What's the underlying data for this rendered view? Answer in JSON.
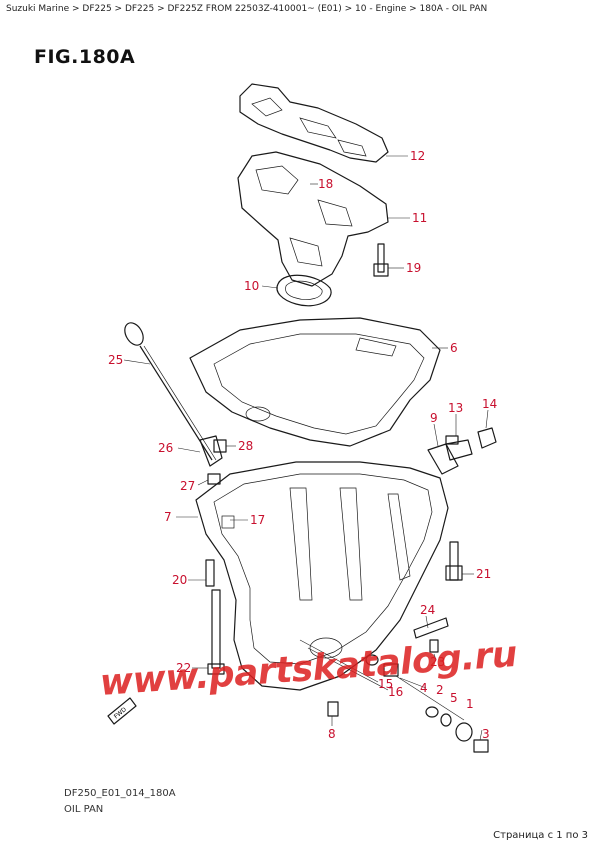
{
  "breadcrumb": "Suzuki Marine > DF225 > DF225 > DF225Z FROM 22503Z-410001~ (E01) > 10 - Engine > 180A - OIL PAN",
  "figure": {
    "title": "FIG.180A"
  },
  "callouts": [
    "12",
    "18",
    "11",
    "19",
    "10",
    "6",
    "25",
    "9",
    "13",
    "14",
    "26",
    "28",
    "27",
    "7",
    "17",
    "20",
    "21",
    "24",
    "22",
    "23",
    "15",
    "16",
    "4",
    "2",
    "5",
    "1",
    "8",
    "3"
  ],
  "fwd_label": "FWD",
  "watermark": "www.partskatalog.ru",
  "footer": {
    "code": "DF250_E01_014_180A",
    "name": "OIL PAN"
  },
  "pager": "Страница с 1 по 3",
  "colors": {
    "callout": "#c8102e",
    "watermark": "#dc1e1e",
    "line": "#1a1a1a"
  }
}
